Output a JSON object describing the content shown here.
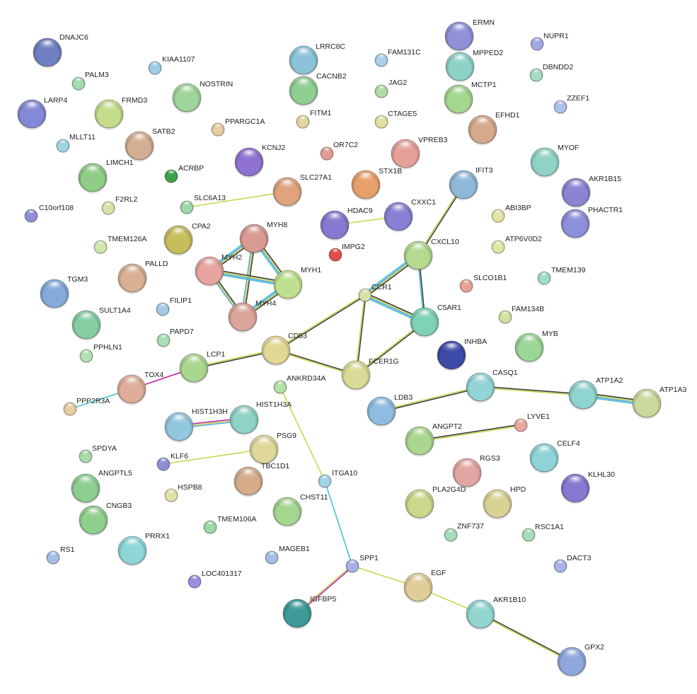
{
  "nodes": [
    {
      "id": "DNAJC6",
      "label": "DNAJC6",
      "color": "#6f7fc2",
      "size": "large"
    },
    {
      "id": "KIAA1107",
      "label": "KIAA1107",
      "color": "#9fcde8",
      "size": "small"
    },
    {
      "id": "PALM3",
      "label": "PALM3",
      "color": "#a6dbb0",
      "size": "small"
    },
    {
      "id": "LARP4",
      "label": "LARP4",
      "color": "#8389d6",
      "size": "large"
    },
    {
      "id": "FRMD3",
      "label": "FRMD3",
      "color": "#c5dd8b",
      "size": "large"
    },
    {
      "id": "MLLT11",
      "label": "MLLT11",
      "color": "#9fd6e0",
      "size": "small"
    },
    {
      "id": "SATB2",
      "label": "SATB2",
      "color": "#d3ae93",
      "size": "large"
    },
    {
      "id": "NOSTRIN",
      "label": "NOSTRIN",
      "color": "#9fd49a",
      "size": "large"
    },
    {
      "id": "PPARGC1A",
      "label": "PPARGC1A",
      "color": "#e7cda3",
      "size": "small"
    },
    {
      "id": "LRRC8C",
      "label": "LRRC8C",
      "color": "#8ac4d9",
      "size": "large"
    },
    {
      "id": "CACNB2",
      "label": "CACNB2",
      "color": "#90cf94",
      "size": "large"
    },
    {
      "id": "FAM131C",
      "label": "FAM131C",
      "color": "#a8cfe8",
      "size": "small"
    },
    {
      "id": "JAG2",
      "label": "JAG2",
      "color": "#b2dca4",
      "size": "small"
    },
    {
      "id": "FITM1",
      "label": "FITM1",
      "color": "#e4d6a0",
      "size": "small"
    },
    {
      "id": "CTAGE5",
      "label": "CTAGE5",
      "color": "#e1e2a2",
      "size": "small"
    },
    {
      "id": "ERMN",
      "label": "ERMN",
      "color": "#8f90d8",
      "size": "large"
    },
    {
      "id": "MPPED2",
      "label": "MPPED2",
      "color": "#8dd2c6",
      "size": "large"
    },
    {
      "id": "MCTP1",
      "label": "MCTP1",
      "color": "#a5d68f",
      "size": "large"
    },
    {
      "id": "NUPR1",
      "label": "NUPR1",
      "color": "#a0a9e4",
      "size": "small"
    },
    {
      "id": "DBNDD2",
      "label": "DBNDD2",
      "color": "#a3dcc1",
      "size": "small"
    },
    {
      "id": "ZZEF1",
      "label": "ZZEF1",
      "color": "#a9c1ea",
      "size": "small"
    },
    {
      "id": "EFHD1",
      "label": "EFHD1",
      "color": "#d6a98b",
      "size": "large"
    },
    {
      "id": "LIMCH1",
      "label": "LIMCH1",
      "color": "#8fcd86",
      "size": "large"
    },
    {
      "id": "ACRBP",
      "label": "ACRBP",
      "color": "#3fa24a",
      "size": "small"
    },
    {
      "id": "KCNJ2",
      "label": "KCNJ2",
      "color": "#8f72cf",
      "size": "large"
    },
    {
      "id": "OR7C2",
      "label": "OR7C2",
      "color": "#e49a93",
      "size": "small"
    },
    {
      "id": "VPREB3",
      "label": "VPREB3",
      "color": "#e7a099",
      "size": "large"
    },
    {
      "id": "STX1B",
      "label": "STX1B",
      "color": "#e8a06a",
      "size": "large"
    },
    {
      "id": "MYOF",
      "label": "MYOF",
      "color": "#8fd3c6",
      "size": "large"
    },
    {
      "id": "IFIT3",
      "label": "IFIT3",
      "color": "#8fb8d8",
      "size": "large"
    },
    {
      "id": "AKR1B15",
      "label": "AKR1B15",
      "color": "#8985d2",
      "size": "large"
    },
    {
      "id": "C10orf108",
      "label": "C10orf108",
      "color": "#8f8fd8",
      "size": "small"
    },
    {
      "id": "F2RL2",
      "label": "F2RL2",
      "color": "#d7e6a6",
      "size": "small"
    },
    {
      "id": "SLC6A13",
      "label": "SLC6A13",
      "color": "#9dd9a8",
      "size": "small"
    },
    {
      "id": "SLC27A1",
      "label": "SLC27A1",
      "color": "#e0a37f",
      "size": "large"
    },
    {
      "id": "HDAC9",
      "label": "HDAC9",
      "color": "#8478cf",
      "size": "large"
    },
    {
      "id": "CXXC1",
      "label": "CXXC1",
      "color": "#8681d5",
      "size": "large"
    },
    {
      "id": "ABI3BP",
      "label": "ABI3BP",
      "color": "#e3e3a3",
      "size": "small"
    },
    {
      "id": "PHACTR1",
      "label": "PHACTR1",
      "color": "#8c8fd9",
      "size": "large"
    },
    {
      "id": "CPA2",
      "label": "CPA2",
      "color": "#c6be5a",
      "size": "large"
    },
    {
      "id": "MYH8",
      "label": "MYH8",
      "color": "#d99a93",
      "size": "large"
    },
    {
      "id": "ATP6V0D2",
      "label": "ATP6V0D2",
      "color": "#dfe6a3",
      "size": "small"
    },
    {
      "id": "TMEM126A",
      "label": "TMEM126A",
      "color": "#cfe6ad",
      "size": "small"
    },
    {
      "id": "MYH2",
      "label": "MYH2",
      "color": "#e7a3a0",
      "size": "large"
    },
    {
      "id": "IMPG2",
      "label": "IMPG2",
      "color": "#e24d4d",
      "size": "small"
    },
    {
      "id": "CXCL10",
      "label": "CXCL10",
      "color": "#b4d98f",
      "size": "large"
    },
    {
      "id": "PALLD",
      "label": "PALLD",
      "color": "#d8b092",
      "size": "large"
    },
    {
      "id": "MYH1",
      "label": "MYH1",
      "color": "#bfe08e",
      "size": "large"
    },
    {
      "id": "TGM3",
      "label": "TGM3",
      "color": "#86aadb",
      "size": "large"
    },
    {
      "id": "SLCO1B1",
      "label": "SLCO1B1",
      "color": "#e6a292",
      "size": "small"
    },
    {
      "id": "TMEM139",
      "label": "TMEM139",
      "color": "#a1dccc",
      "size": "small"
    },
    {
      "id": "CCR1",
      "label": "CCR1",
      "color": "#d6e3a8",
      "size": "small"
    },
    {
      "id": "FILIP1",
      "label": "FILIP1",
      "color": "#a3cbe8",
      "size": "small"
    },
    {
      "id": "MYH4",
      "label": "MYH4",
      "color": "#dca49a",
      "size": "large"
    },
    {
      "id": "C5AR1",
      "label": "C5AR1",
      "color": "#7fd1b8",
      "size": "large"
    },
    {
      "id": "SULT1A4",
      "label": "SULT1A4",
      "color": "#86cfa4",
      "size": "large"
    },
    {
      "id": "FAM134B",
      "label": "FAM134B",
      "color": "#cfe3a1",
      "size": "small"
    },
    {
      "id": "PAPD7",
      "label": "PAPD7",
      "color": "#a8deb6",
      "size": "small"
    },
    {
      "id": "CD53",
      "label": "CD53",
      "color": "#e2d795",
      "size": "large"
    },
    {
      "id": "INHBA",
      "label": "INHBA",
      "color": "#3e4aa7",
      "size": "large"
    },
    {
      "id": "MYB",
      "label": "MYB",
      "color": "#9ad796",
      "size": "large"
    },
    {
      "id": "PPHLN1",
      "label": "PPHLN1",
      "color": "#b3e1b1",
      "size": "small"
    },
    {
      "id": "LCP1",
      "label": "LCP1",
      "color": "#a9d78f",
      "size": "large"
    },
    {
      "id": "FCER1G",
      "label": "FCER1G",
      "color": "#d8dc96",
      "size": "large"
    },
    {
      "id": "TOX4",
      "label": "TOX4",
      "color": "#e0ad9a",
      "size": "large"
    },
    {
      "id": "ANKRD34A",
      "label": "ANKRD34A",
      "color": "#b4e0a3",
      "size": "small"
    },
    {
      "id": "CASQ1",
      "label": "CASQ1",
      "color": "#93d5d6",
      "size": "large"
    },
    {
      "id": "ATP1A2",
      "label": "ATP1A2",
      "color": "#90d4cf",
      "size": "large"
    },
    {
      "id": "ATP1A3",
      "label": "ATP1A3",
      "color": "#cbd99c",
      "size": "large"
    },
    {
      "id": "PPP2R3A",
      "label": "PPP2R3A",
      "color": "#e6cf9e",
      "size": "small"
    },
    {
      "id": "HIST1H3H",
      "label": "HIST1H3H",
      "color": "#92c8de",
      "size": "large"
    },
    {
      "id": "HIST1H3A",
      "label": "HIST1H3A",
      "color": "#8fd3c6",
      "size": "large"
    },
    {
      "id": "LDB3",
      "label": "LDB3",
      "color": "#8fbde2",
      "size": "large"
    },
    {
      "id": "LYVE1",
      "label": "LYVE1",
      "color": "#e8a79f",
      "size": "small"
    },
    {
      "id": "PSG9",
      "label": "PSG9",
      "color": "#dfd79a",
      "size": "large"
    },
    {
      "id": "ANGPT2",
      "label": "ANGPT2",
      "color": "#aad68f",
      "size": "large"
    },
    {
      "id": "SPDYA",
      "label": "SPDYA",
      "color": "#a6dcaa",
      "size": "small"
    },
    {
      "id": "KLF6",
      "label": "KLF6",
      "color": "#8f8fd8",
      "size": "small"
    },
    {
      "id": "TBC1D1",
      "label": "TBC1D1",
      "color": "#d7ac8a",
      "size": "large"
    },
    {
      "id": "CELF4",
      "label": "CELF4",
      "color": "#8fd3d6",
      "size": "large"
    },
    {
      "id": "RGS3",
      "label": "RGS3",
      "color": "#e2a6a2",
      "size": "large"
    },
    {
      "id": "ANGPTL5",
      "label": "ANGPTL5",
      "color": "#8dcf93",
      "size": "large"
    },
    {
      "id": "ITGA10",
      "label": "ITGA10",
      "color": "#a3d4e6",
      "size": "small"
    },
    {
      "id": "KLHL30",
      "label": "KLHL30",
      "color": "#8579cf",
      "size": "large"
    },
    {
      "id": "HSPB8",
      "label": "HSPB8",
      "color": "#e3e2a6",
      "size": "small"
    },
    {
      "id": "PLA2G4D",
      "label": "PLA2G4D",
      "color": "#c9d88a",
      "size": "large"
    },
    {
      "id": "HPD",
      "label": "HPD",
      "color": "#dad294",
      "size": "large"
    },
    {
      "id": "CHST11",
      "label": "CHST11",
      "color": "#a5d68f",
      "size": "large"
    },
    {
      "id": "CNGB3",
      "label": "CNGB3",
      "color": "#8fd08e",
      "size": "large"
    },
    {
      "id": "TMEM106A",
      "label": "TMEM106A",
      "color": "#9fd8a7",
      "size": "small"
    },
    {
      "id": "ZNF737",
      "label": "ZNF737",
      "color": "#a6dcb7",
      "size": "small"
    },
    {
      "id": "RSC1A1",
      "label": "RSC1A1",
      "color": "#a3dcb6",
      "size": "small"
    },
    {
      "id": "PRRX1",
      "label": "PRRX1",
      "color": "#8fd6d8",
      "size": "large"
    },
    {
      "id": "RS1",
      "label": "RS1",
      "color": "#a7bde8",
      "size": "small"
    },
    {
      "id": "MAGEB1",
      "label": "MAGEB1",
      "color": "#a7bde8",
      "size": "small"
    },
    {
      "id": "SPP1",
      "label": "SPP1",
      "color": "#a7afe8",
      "size": "small"
    },
    {
      "id": "DACT3",
      "label": "DACT3",
      "color": "#a7b4e8",
      "size": "small"
    },
    {
      "id": "EGF",
      "label": "EGF",
      "color": "#e0ce98",
      "size": "large"
    },
    {
      "id": "LOC401317",
      "label": "LOC401317",
      "color": "#9a8fdf",
      "size": "small"
    },
    {
      "id": "IGFBP5",
      "label": "IGFBP5",
      "color": "#3d9a98",
      "size": "large"
    },
    {
      "id": "AKR1B10",
      "label": "AKR1B10",
      "color": "#92d6cf",
      "size": "large"
    },
    {
      "id": "GPX2",
      "label": "GPX2",
      "color": "#8fa7dc",
      "size": "large"
    }
  ],
  "edges": [
    {
      "source": "MYH8",
      "target": "MYH2",
      "colors": [
        "#3d3d3d",
        "#c4da4e",
        "#5aa6e8",
        "#49c2cf"
      ]
    },
    {
      "source": "MYH8",
      "target": "MYH1",
      "colors": [
        "#3d3d3d",
        "#c4da4e",
        "#5aa6e8",
        "#49c2cf"
      ]
    },
    {
      "source": "MYH8",
      "target": "MYH4",
      "colors": [
        "#3d3d3d",
        "#c4da4e",
        "#5aa6e8"
      ]
    },
    {
      "source": "MYH2",
      "target": "MYH1",
      "colors": [
        "#3d3d3d",
        "#c4da4e",
        "#5aa6e8",
        "#49c2cf"
      ]
    },
    {
      "source": "MYH2",
      "target": "MYH4",
      "colors": [
        "#3d3d3d",
        "#c4da4e",
        "#5aa6e8"
      ]
    },
    {
      "source": "MYH1",
      "target": "MYH4",
      "colors": [
        "#3d3d3d",
        "#c4da4e",
        "#5aa6e8",
        "#49c2cf"
      ]
    },
    {
      "source": "SLC6A13",
      "target": "SLC27A1",
      "colors": [
        "#c4da4e"
      ]
    },
    {
      "source": "HDAC9",
      "target": "CXXC1",
      "colors": [
        "#c4da4e"
      ]
    },
    {
      "source": "IFIT3",
      "target": "CXCL10",
      "colors": [
        "#3d3d3d",
        "#c4da4e"
      ]
    },
    {
      "source": "CXCL10",
      "target": "CCR1",
      "colors": [
        "#3d3d3d",
        "#c4da4e",
        "#5aa6e8",
        "#49c2cf"
      ]
    },
    {
      "source": "CXCL10",
      "target": "C5AR1",
      "colors": [
        "#3d3d3d",
        "#49c2cf"
      ]
    },
    {
      "source": "CCR1",
      "target": "C5AR1",
      "colors": [
        "#3d3d3d",
        "#c4da4e",
        "#5aa6e8",
        "#49c2cf"
      ]
    },
    {
      "source": "CCR1",
      "target": "FCER1G",
      "colors": [
        "#3d3d3d",
        "#c4da4e"
      ]
    },
    {
      "source": "CCR1",
      "target": "CD53",
      "colors": [
        "#3d3d3d",
        "#c4da4e"
      ]
    },
    {
      "source": "C5AR1",
      "target": "FCER1G",
      "colors": [
        "#3d3d3d",
        "#c4da4e"
      ]
    },
    {
      "source": "CD53",
      "target": "FCER1G",
      "colors": [
        "#3d3d3d",
        "#c4da4e"
      ]
    },
    {
      "source": "CD53",
      "target": "LCP1",
      "colors": [
        "#3d3d3d",
        "#c4da4e"
      ]
    },
    {
      "source": "LCP1",
      "target": "TOX4",
      "colors": [
        "#c026a6"
      ]
    },
    {
      "source": "TOX4",
      "target": "PPP2R3A",
      "colors": [
        "#49c2cf"
      ]
    },
    {
      "source": "HIST1H3H",
      "target": "HIST1H3A",
      "colors": [
        "#c026a6",
        "#c4da4e",
        "#5aa6e8"
      ]
    },
    {
      "source": "KLF6",
      "target": "PSG9",
      "colors": [
        "#c4da4e"
      ]
    },
    {
      "source": "CASQ1",
      "target": "LDB3",
      "colors": [
        "#3d3d3d",
        "#c4da4e"
      ]
    },
    {
      "source": "CASQ1",
      "target": "ATP1A2",
      "colors": [
        "#3d3d3d",
        "#c4da4e"
      ]
    },
    {
      "source": "ATP1A2",
      "target": "ATP1A3",
      "colors": [
        "#3d3d3d",
        "#c4da4e",
        "#5aa6e8",
        "#49c2cf"
      ]
    },
    {
      "source": "ANGPT2",
      "target": "LYVE1",
      "colors": [
        "#3d3d3d",
        "#c4da4e"
      ]
    },
    {
      "source": "ANKRD34A",
      "target": "ITGA10",
      "colors": [
        "#c4da4e"
      ]
    },
    {
      "source": "ITGA10",
      "target": "SPP1",
      "colors": [
        "#49c2cf"
      ]
    },
    {
      "source": "SPP1",
      "target": "IGFBP5",
      "colors": [
        "#c026a6",
        "#c4da4e"
      ]
    },
    {
      "source": "SPP1",
      "target": "EGF",
      "colors": [
        "#c4da4e"
      ]
    },
    {
      "source": "EGF",
      "target": "AKR1B10",
      "colors": [
        "#c4da4e"
      ]
    },
    {
      "source": "AKR1B10",
      "target": "GPX2",
      "colors": [
        "#3d3d3d",
        "#c4da4e"
      ]
    }
  ]
}
